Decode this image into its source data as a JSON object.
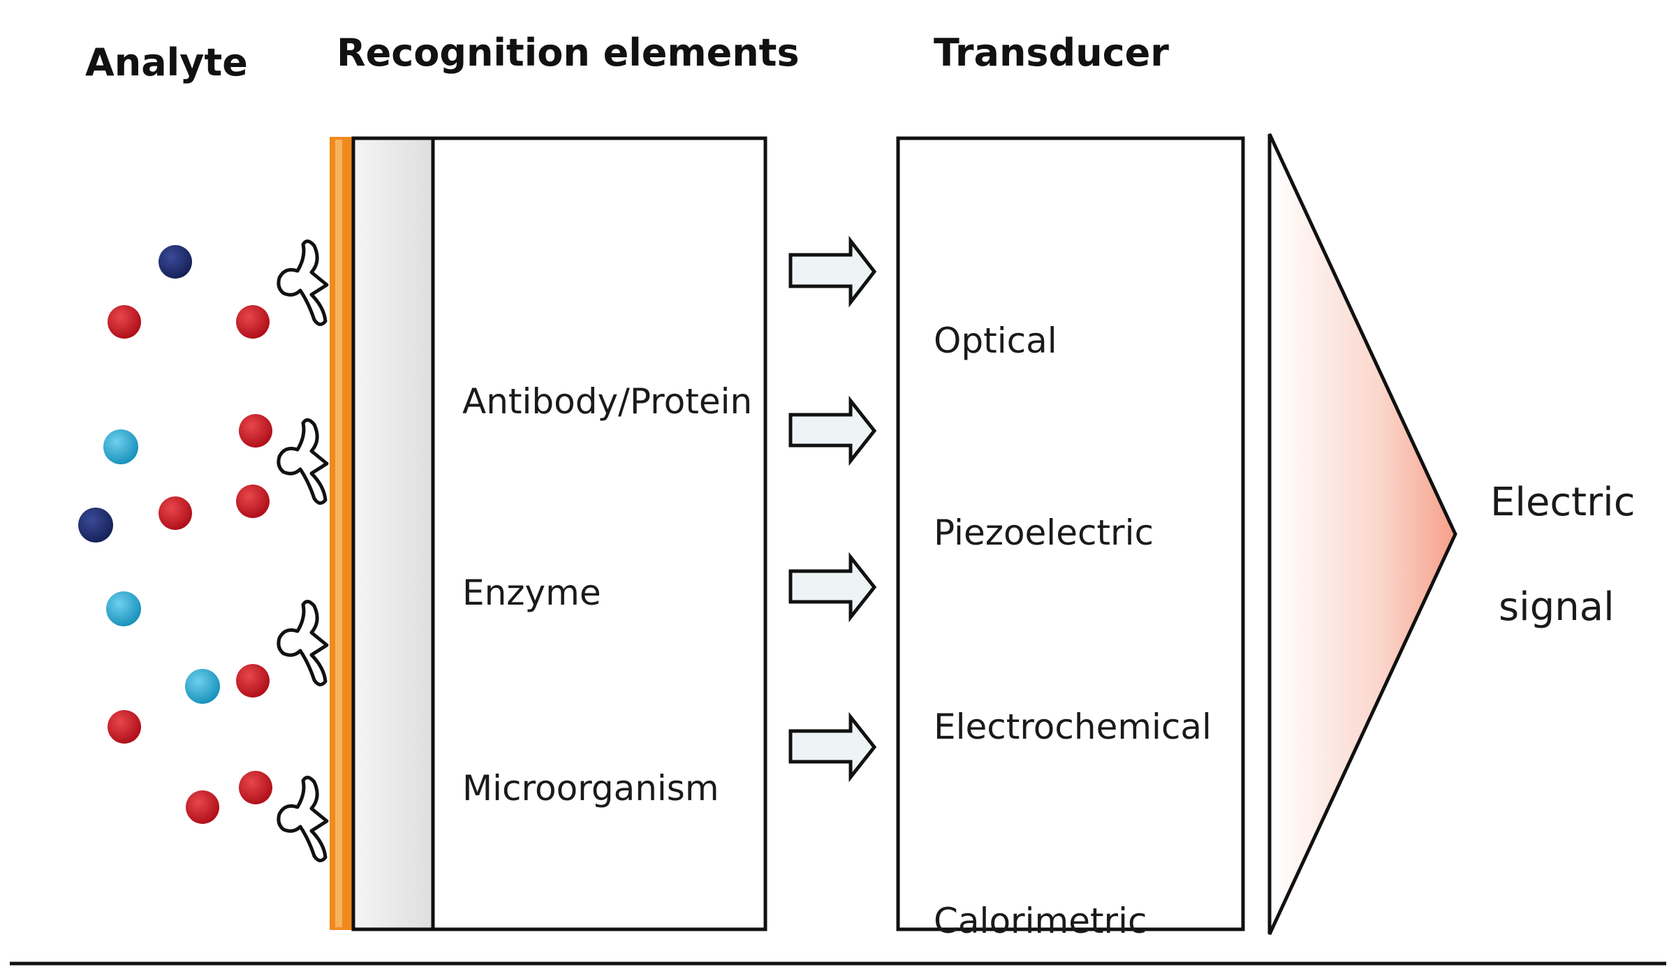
{
  "headings": {
    "analyte": "Analyte",
    "recognition": "Recognition elements",
    "transducer": "Transducer"
  },
  "recognition_elements": [
    "Antibody/Protein",
    "Enzyme",
    "Microorganism"
  ],
  "transducer_types": [
    "Optical",
    "Piezoelectric",
    "Electrochemical",
    "Calorimetric"
  ],
  "output": {
    "line1": "Electric",
    "line2": "signal"
  },
  "colors": {
    "analyte_red": "#c8141c",
    "analyte_navy": "#1e2a6e",
    "analyte_cyan": "#25a6cf",
    "surface_orange": "#f08a1e",
    "signal_gradient": "#f6a08a",
    "arrow_fill": "#eef4f6",
    "outline": "#111111"
  }
}
